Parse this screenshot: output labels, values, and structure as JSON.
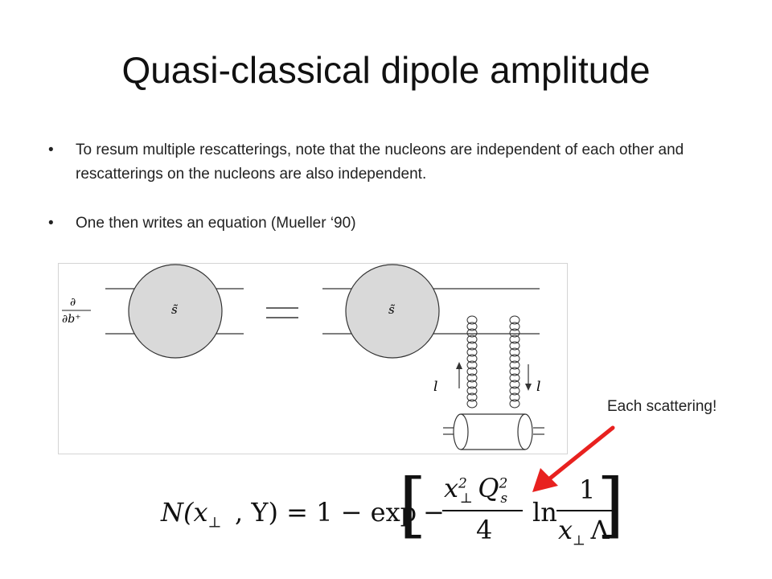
{
  "slide": {
    "title": "Quasi-classical dipole amplitude",
    "bullets": [
      "To resum multiple rescatterings, note that the nucleons are independent of each other and rescatterings on the nucleons are also independent.",
      "One then writes an equation (Mueller ‘90)"
    ],
    "bullet_symbol": "•",
    "annotation": "Each scattering!",
    "arrow_color": "#e8211f"
  },
  "figure": {
    "derivative_top": "∂",
    "derivative_bottom": "∂b⁺",
    "blob_left_label": "s̃",
    "blob_right_label": "s̃",
    "gluon_label_left": "l",
    "gluon_label_right": "l",
    "blob_color": "#d9d9d9"
  },
  "formula": {
    "lhs": "N(x",
    "lhs_sub": "⊥",
    "lhs_rest": ", Y) = 1 − exp",
    "minus": "−",
    "num_x": "x",
    "num_x_sup": "2",
    "num_x_sub": "⊥",
    "num_Q": "Q",
    "num_Q_sup": "2",
    "num_Q_sub": "s",
    "den": "4",
    "ln": "ln",
    "frac2_num": "1",
    "frac2_den_x": "x",
    "frac2_den_sub": "⊥",
    "frac2_den_L": "Λ",
    "lbracket": "[",
    "rbracket": "]"
  }
}
